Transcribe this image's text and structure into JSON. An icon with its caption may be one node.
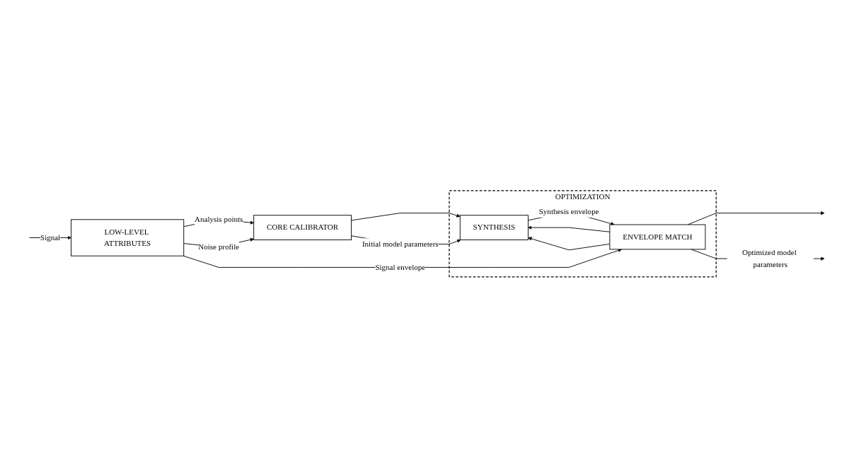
{
  "diagram": {
    "nodes": [
      {
        "text": [
          "OPTIMIZATION"
        ]
      },
      {
        "text": [
          "LOW-LEVEL ATTRIBUTES"
        ]
      },
      {
        "text": [
          "CORE CALIBRATOR"
        ]
      },
      {
        "text": [
          "SYNTHESIS"
        ],
        "in": 0
      },
      {
        "text": [
          "ENVELOPE MATCH"
        ],
        "in": 0
      }
    ],
    "edges": [
      {
        "from": null,
        "to": 1,
        "arrow": "to",
        "label": "Signal"
      },
      {
        "from": 1,
        "to": 2,
        "arrow": "to",
        "label": "Analysis points"
      },
      {
        "from": 1,
        "to": 2,
        "arrow": "to",
        "label": "Noise profile"
      },
      {
        "from": 2,
        "to": 3,
        "arrow": "to"
      },
      {
        "from": 2,
        "to": 3,
        "arrow": "to",
        "label": "Initial model parameters"
      },
      {
        "from": 4,
        "to": 3,
        "arrow": "to"
      },
      {
        "from": 4,
        "to": 3,
        "arrow": "to"
      },
      {
        "from": 3,
        "to": 4,
        "arrow": "to",
        "label": "Synthesis envelope"
      },
      {
        "from": 1,
        "to": 4,
        "arrow": "to",
        "label": "Signal envelope"
      },
      {
        "from": 4,
        "to": null,
        "arrow": "to"
      },
      {
        "from": 4,
        "to": null,
        "arrow": "to",
        "label": "Optimized model parameters"
      }
    ]
  }
}
